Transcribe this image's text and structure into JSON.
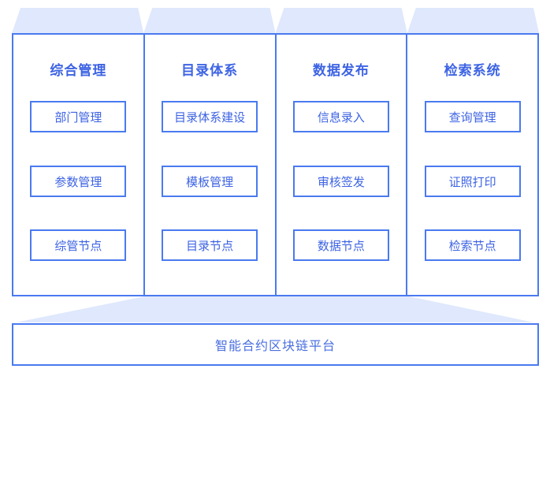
{
  "palette": {
    "border_blue": "#4a7af0",
    "text_blue": "#3d63e3",
    "fill_light_blue": "#dfe8fc",
    "background": "#ffffff"
  },
  "columns": [
    {
      "title": "综合管理",
      "items": [
        "部门管理",
        "参数管理",
        "综管节点"
      ]
    },
    {
      "title": "目录体系",
      "items": [
        "目录体系建设",
        "模板管理",
        "目录节点"
      ]
    },
    {
      "title": "数据发布",
      "items": [
        "信息录入",
        "审核签发",
        "数据节点"
      ]
    },
    {
      "title": "检索系统",
      "items": [
        "查询管理",
        "证照打印",
        "检索节点"
      ]
    }
  ],
  "platform": {
    "label": "智能合约区块链平台"
  }
}
